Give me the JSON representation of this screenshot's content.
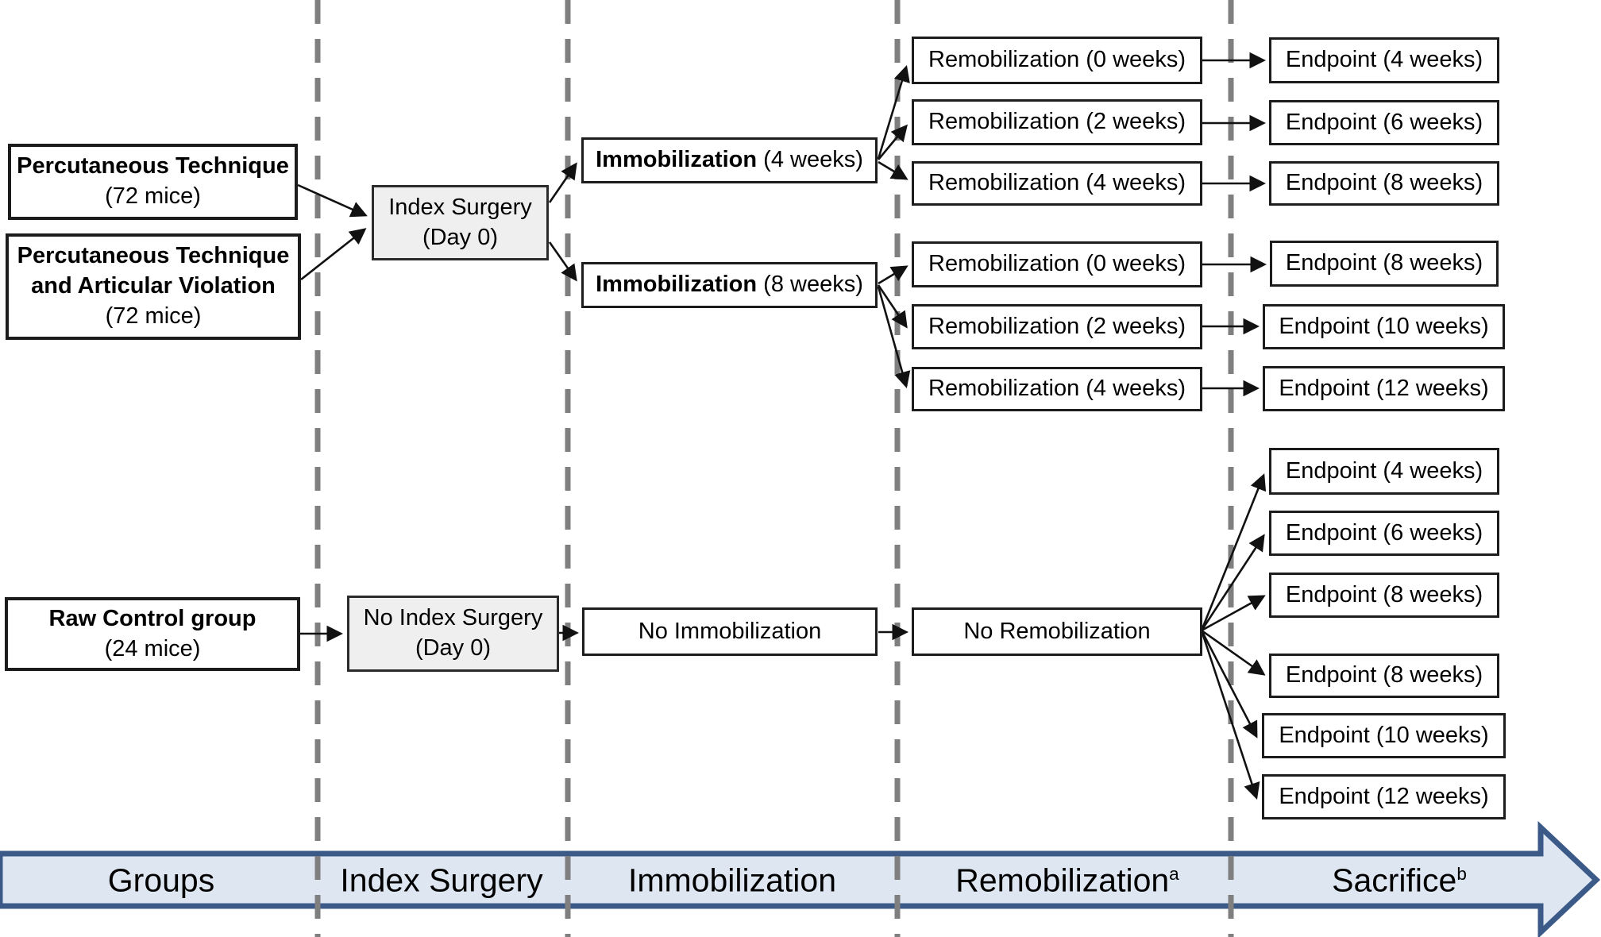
{
  "surgery_branch": {
    "group_boxes": [
      {
        "title": "Percutaneous Technique",
        "subtitle": "(72 mice)"
      },
      {
        "title": "Percutaneous Technique and Articular Violation",
        "subtitle": "(72 mice)"
      }
    ],
    "index_surgery": {
      "line1": "Index Surgery",
      "line2": "(Day 0)"
    },
    "immobilization": [
      {
        "bold": "Immobilization",
        "rest": " (4 weeks)"
      },
      {
        "bold": "Immobilization",
        "rest": " (8 weeks)"
      }
    ],
    "remobilization_after_4wk": [
      "Remobilization (0 weeks)",
      "Remobilization (2 weeks)",
      "Remobilization (4 weeks)"
    ],
    "endpoints_after_4wk": [
      "Endpoint (4 weeks)",
      "Endpoint (6 weeks)",
      "Endpoint (8 weeks)"
    ],
    "remobilization_after_8wk": [
      "Remobilization (0 weeks)",
      "Remobilization (2 weeks)",
      "Remobilization (4 weeks)"
    ],
    "endpoints_after_8wk": [
      "Endpoint (8 weeks)",
      "Endpoint (10 weeks)",
      "Endpoint (12 weeks)"
    ]
  },
  "control_branch": {
    "group_box": {
      "title": "Raw Control group",
      "subtitle": "(24 mice)"
    },
    "no_index_surgery": {
      "line1": "No Index Surgery",
      "line2": "(Day 0)"
    },
    "no_immobilization": "No Immobilization",
    "no_remobilization": "No Remobilization",
    "endpoints": [
      "Endpoint (4 weeks)",
      "Endpoint (6 weeks)",
      "Endpoint (8 weeks)",
      "Endpoint (8 weeks)",
      "Endpoint (10 weeks)",
      "Endpoint (12 weeks)"
    ]
  },
  "timeline": {
    "phases": [
      {
        "label": "Groups",
        "superscript": ""
      },
      {
        "label": "Index Surgery",
        "superscript": ""
      },
      {
        "label": "Immobilization",
        "superscript": ""
      },
      {
        "label": "Remobilization",
        "superscript": "a"
      },
      {
        "label": "Sacrifice",
        "superscript": "b"
      }
    ],
    "arrow_fill": "#dee6f2",
    "arrow_border": "#3c5a88"
  },
  "colors": {
    "node_fill_white": "#ffffff",
    "node_fill_gray": "#efefef",
    "node_border": "#1c1c1c",
    "divider_gray": "#7f7f7f",
    "connector_black": "#111111"
  }
}
